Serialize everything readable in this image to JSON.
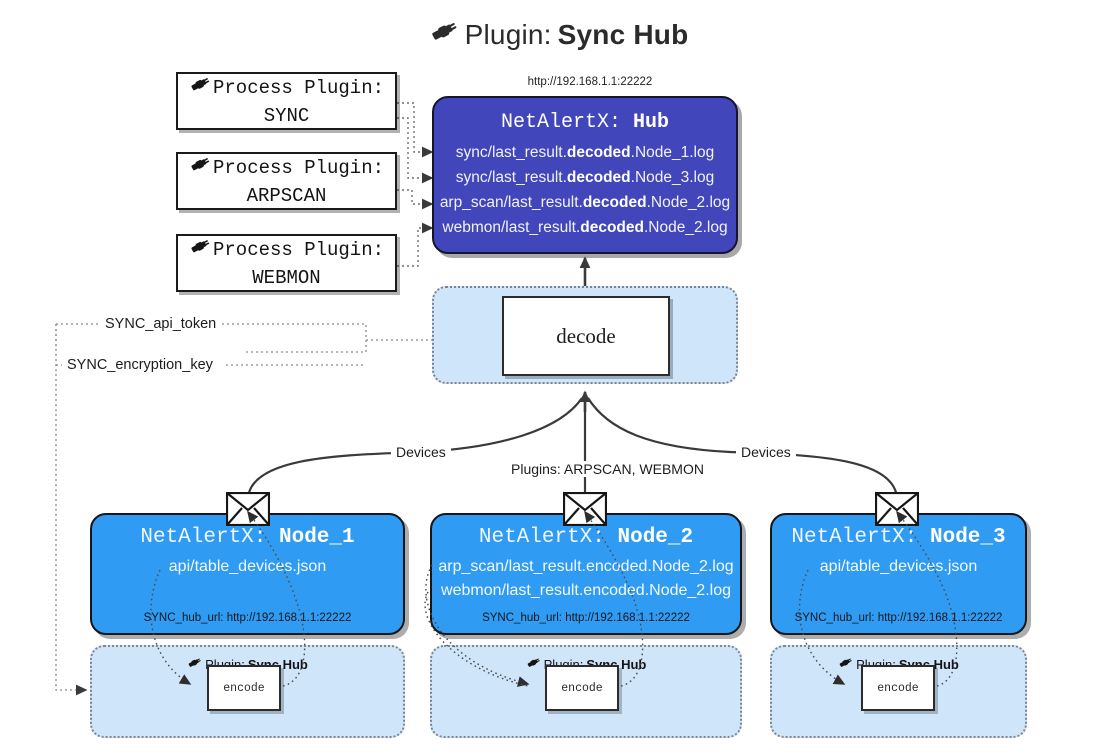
{
  "title": {
    "icon": "plug-icon",
    "prefix": "Plugin:",
    "name": "Sync Hub"
  },
  "colors": {
    "hub_fill": "#4146ba",
    "node_fill": "#2f9bf2",
    "group_fill": "#cfe5f9",
    "box_stroke": "#1a1a1a",
    "page_bg": "#ffffff"
  },
  "process_plugins": [
    {
      "icon": "plug-icon",
      "line1": "Process Plugin:",
      "line2": "SYNC"
    },
    {
      "icon": "plug-icon",
      "line1": "Process Plugin:",
      "line2": "ARPSCAN"
    },
    {
      "icon": "plug-icon",
      "line1": "Process Plugin:",
      "line2": "WEBMON"
    }
  ],
  "hub": {
    "url": "http://192.168.1.1:22222",
    "title_prefix": "NetAlertX:",
    "title_name": "Hub",
    "lines": [
      {
        "pre": "sync/last_result.",
        "em": "decoded",
        "post": ".Node_1.log"
      },
      {
        "pre": "sync/last_result.",
        "em": "decoded",
        "post": ".Node_3.log"
      },
      {
        "pre": "arp_scan/last_result.",
        "em": "decoded",
        "post": ".Node_2.log"
      },
      {
        "pre": "webmon/last_result.",
        "em": "decoded",
        "post": ".Node_2.log"
      }
    ]
  },
  "decode": {
    "label": "decode"
  },
  "tokens": {
    "api_token": "SYNC_api_token",
    "encryption_key": "SYNC_encryption_key"
  },
  "edge_labels": {
    "devices_left": "Devices",
    "devices_right": "Devices",
    "plugins": "Plugins: ARPSCAN, WEBMON"
  },
  "nodes": [
    {
      "title_prefix": "NetAlertX:",
      "title_name": "Node_1",
      "lines": [
        "api/table_devices.json"
      ],
      "url_label": "SYNC_hub_url:",
      "url_value": "http://192.168.1.1:22222",
      "envelope_icon": "envelope-icon",
      "plugin": {
        "icon": "plug-icon",
        "prefix": "Plugin:",
        "name": "Sync Hub"
      },
      "encode_label": "encode"
    },
    {
      "title_prefix": "NetAlertX:",
      "title_name": "Node_2",
      "lines": [
        "arp_scan/last_result.encoded.Node_2.log",
        "webmon/last_result.encoded.Node_2.log"
      ],
      "url_label": "SYNC_hub_url:",
      "url_value": "http://192.168.1.1:22222",
      "envelope_icon": "envelope-icon",
      "plugin": {
        "icon": "plug-icon",
        "prefix": "Plugin:",
        "name": "Sync Hub"
      },
      "encode_label": "encode"
    },
    {
      "title_prefix": "NetAlertX:",
      "title_name": "Node_3",
      "lines": [
        "api/table_devices.json"
      ],
      "url_label": "SYNC_hub_url:",
      "url_value": "http://192.168.1.1:22222",
      "envelope_icon": "envelope-icon",
      "plugin": {
        "icon": "plug-icon",
        "prefix": "Plugin:",
        "name": "Sync Hub"
      },
      "encode_label": "encode"
    }
  ]
}
